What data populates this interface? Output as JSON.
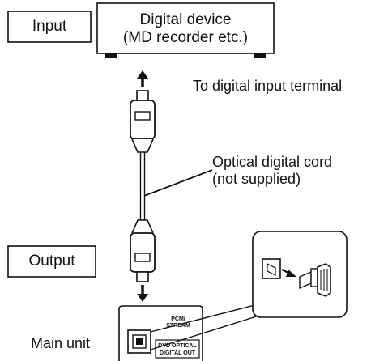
{
  "labels": {
    "input": "Input",
    "output": "Output",
    "device_line1": "Digital device",
    "device_line2": "(MD recorder etc.)",
    "to_digital_input": "To digital input terminal",
    "cord_line1": "Optical digital cord",
    "cord_line2": "(not supplied)",
    "main_unit": "Main unit",
    "pcm_line1": "PCM/",
    "pcm_line2": "STREAM",
    "dvd_line1": "DVD OPTICAL",
    "dvd_line2": "DIGITAL OUT"
  }
}
